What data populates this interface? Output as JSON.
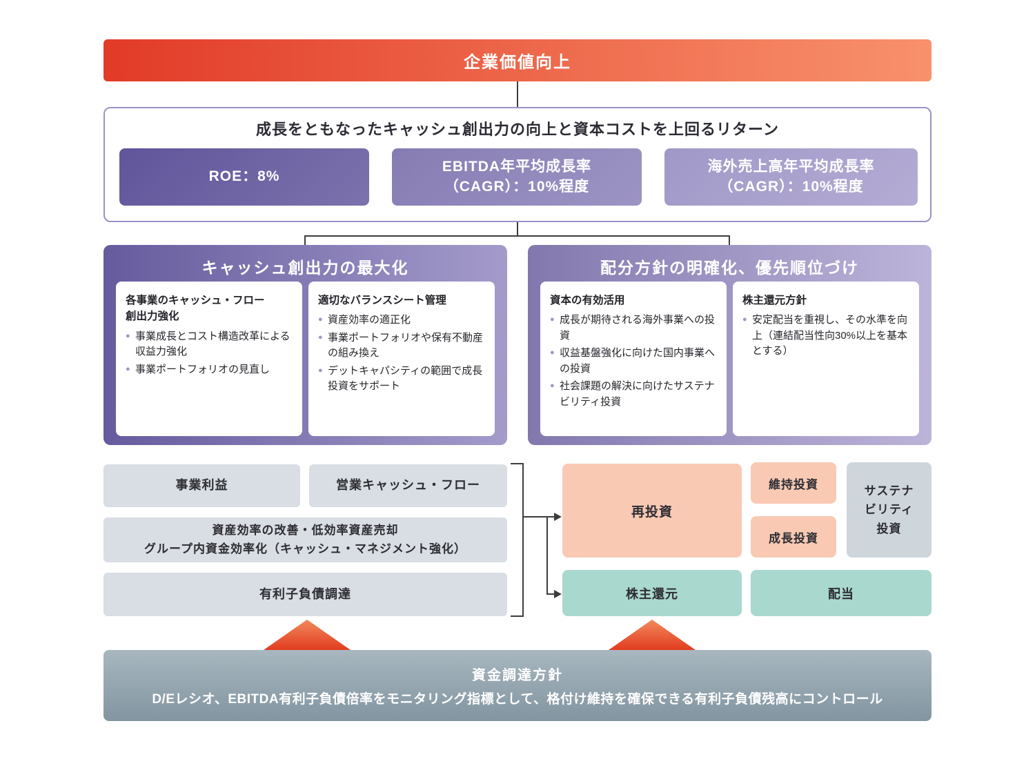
{
  "palette": {
    "banner_red_left": "#e23b28",
    "banner_red_right": "#f8916c",
    "kpi_box1_purple": "#675d9e",
    "kpi_box2_purple": "#9289bd",
    "kpi_box3_purple": "#aaa3cd",
    "panel_left_gradient": [
      "#665b9d",
      "#a49bcb"
    ],
    "panel_right_gradient": [
      "#8278ae",
      "#bdb4da"
    ],
    "gray_box": "#d8dee3",
    "salmon_box": "#f9c9b4",
    "teal_box": "#a9d8cf",
    "sustainability_gray": "#ced6dc",
    "bottom_banner_gradient": [
      "#a8b7c0",
      "#8295a0"
    ],
    "arrow_red": "#e23c20",
    "connector_line": "#3c3c3c"
  },
  "top_banner": {
    "label": "企業価値向上"
  },
  "kpi_section": {
    "title": "成長をともなったキャッシュ創出力の向上と資本コストを上回るリターン",
    "boxes": [
      {
        "line1": "ROE：8%",
        "line2": ""
      },
      {
        "line1": "EBITDA年平均成長率",
        "line2": "（CAGR）：10%程度"
      },
      {
        "line1": "海外売上高年平均成長率",
        "line2": "（CAGR）：10%程度"
      }
    ]
  },
  "panels": [
    {
      "title": "キャッシュ創出力の最大化",
      "cards": [
        {
          "title": "各事業のキャッシュ・フロー",
          "title2": "創出力強化",
          "bullets": [
            "事業成長とコスト構造改革による収益力強化",
            "事業ポートフォリオの見直し"
          ]
        },
        {
          "title": "適切なバランスシート管理",
          "title2": "",
          "bullets": [
            "資産効率の適正化",
            "事業ポートフォリオや保有不動産の組み換え",
            "デットキャパシティの範囲で成長投資をサポート"
          ]
        }
      ]
    },
    {
      "title": "配分方針の明確化、優先順位づけ",
      "cards": [
        {
          "title": "資本の有効活用",
          "title2": "",
          "bullets": [
            "成長が期待される海外事業への投資",
            "収益基盤強化に向けた国内事業への投資",
            "社会課題の解決に向けたサステナビリティ投資"
          ]
        },
        {
          "title": "株主還元方針",
          "title2": "",
          "bullets": [
            "安定配当を重視し、その水準を向上（連結配当性向30%以上を基本とする）"
          ]
        }
      ]
    }
  ],
  "flow_left": {
    "business_profit": "事業利益",
    "operating_cf": "営業キャッシュ・フロー",
    "asset_efficiency_line1": "資産効率の改善・低効率資産売却",
    "asset_efficiency_line2": "グループ内資金効率化（キャッシュ・マネジメント強化）",
    "debt_financing": "有利子負債調達"
  },
  "flow_right": {
    "reinvestment": "再投資",
    "maintenance_investment": "維持投資",
    "growth_investment": "成長投資",
    "sustainability_lines": [
      "サステナ",
      "ビリティ",
      "投資"
    ],
    "shareholder_return": "株主還元",
    "dividend": "配当"
  },
  "bottom_banner": {
    "title": "資金調達方針",
    "description": "D/Eレシオ、EBITDA有利子負債倍率をモニタリング指標として、格付け維持を確保できる有利子負債残高にコントロール"
  }
}
